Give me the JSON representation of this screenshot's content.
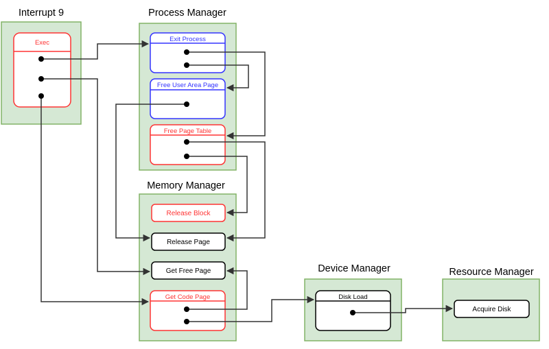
{
  "groups": {
    "interrupt": {
      "title": "Interrupt 9"
    },
    "process_manager": {
      "title": "Process Manager"
    },
    "memory_manager": {
      "title": "Memory Manager"
    },
    "device_manager": {
      "title": "Device Manager"
    },
    "resource_manager": {
      "title": "Resource Manager"
    }
  },
  "nodes": {
    "exec": {
      "title": "Exec"
    },
    "exit_process": {
      "title": "Exit Process"
    },
    "free_user_area_page": {
      "title": "Free User Area Page"
    },
    "free_page_table": {
      "title": "Free Page Table"
    },
    "release_block": {
      "title": "Release Block"
    },
    "release_page": {
      "title": "Release Page"
    },
    "get_free_page": {
      "title": "Get Free Page"
    },
    "get_code_page": {
      "title": "Get Code Page"
    },
    "disk_load": {
      "title": "Disk Load"
    },
    "acquire_disk": {
      "title": "Acquire Disk"
    }
  },
  "colors": {
    "group_fill": "#d5e8d4",
    "group_stroke": "#82b366",
    "red": "#ff3333",
    "blue": "#3333ff",
    "black": "#000000",
    "edge": "#333333"
  }
}
